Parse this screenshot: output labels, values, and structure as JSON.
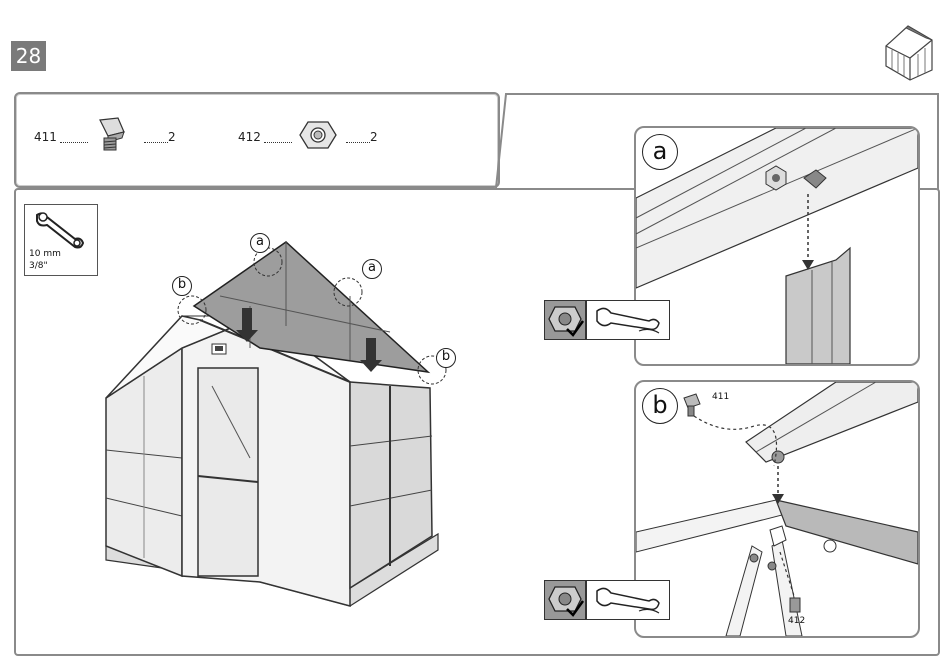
{
  "page": {
    "number": "28"
  },
  "parts": [
    {
      "id": "411",
      "qty": "2",
      "icon": "bolt-icon"
    },
    {
      "id": "412",
      "qty": "2",
      "icon": "nut-icon"
    }
  ],
  "tool": {
    "icon": "wrench-icon",
    "size_metric": "10 mm",
    "size_imperial": "3/8\""
  },
  "callouts": {
    "a": "a",
    "b": "b"
  },
  "details": {
    "a": {
      "letter": "a"
    },
    "b": {
      "letter": "b",
      "bolt_tag": "411",
      "nut_tag": "412"
    }
  },
  "colors": {
    "frame_border": "#8a8a8a",
    "page_badge": "#7a7a7a",
    "panel_fill": "#c9c9c9"
  }
}
